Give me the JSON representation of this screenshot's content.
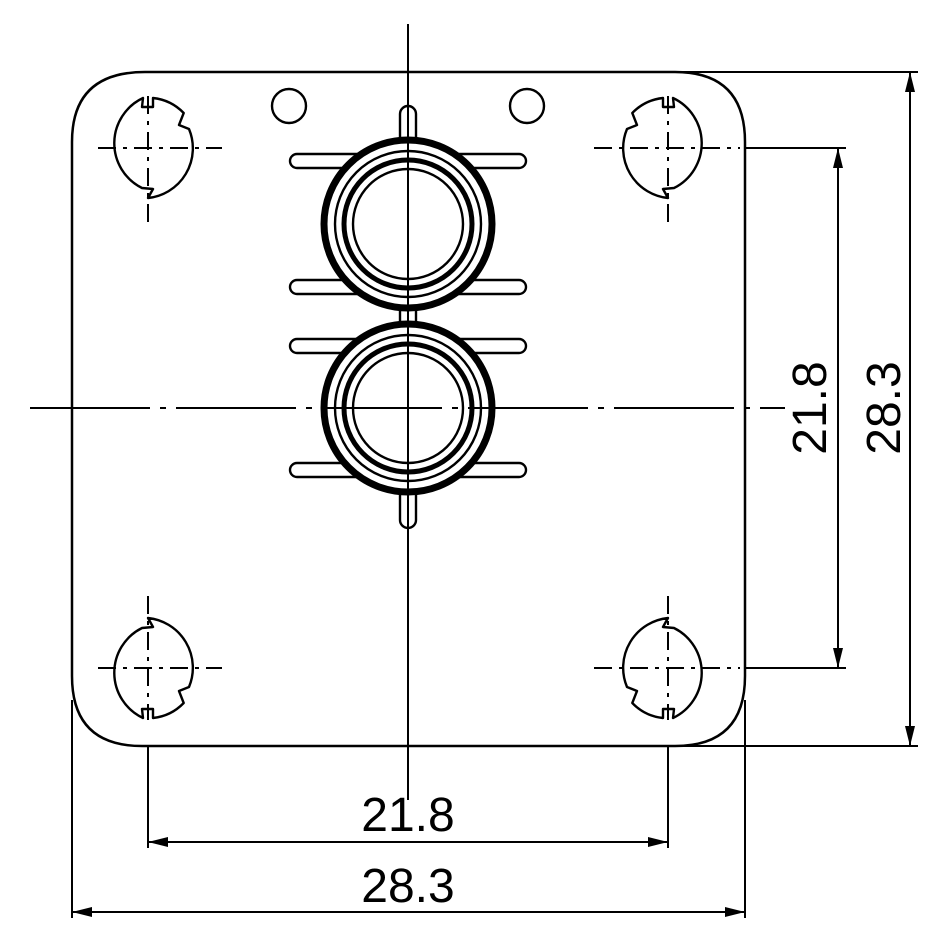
{
  "dimensions": {
    "bottom_inner": "21.8",
    "bottom_outer": "28.3",
    "right_inner": "21.8",
    "right_outer": "28.3"
  },
  "colors": {
    "line": "#000000",
    "background": "#ffffff"
  }
}
